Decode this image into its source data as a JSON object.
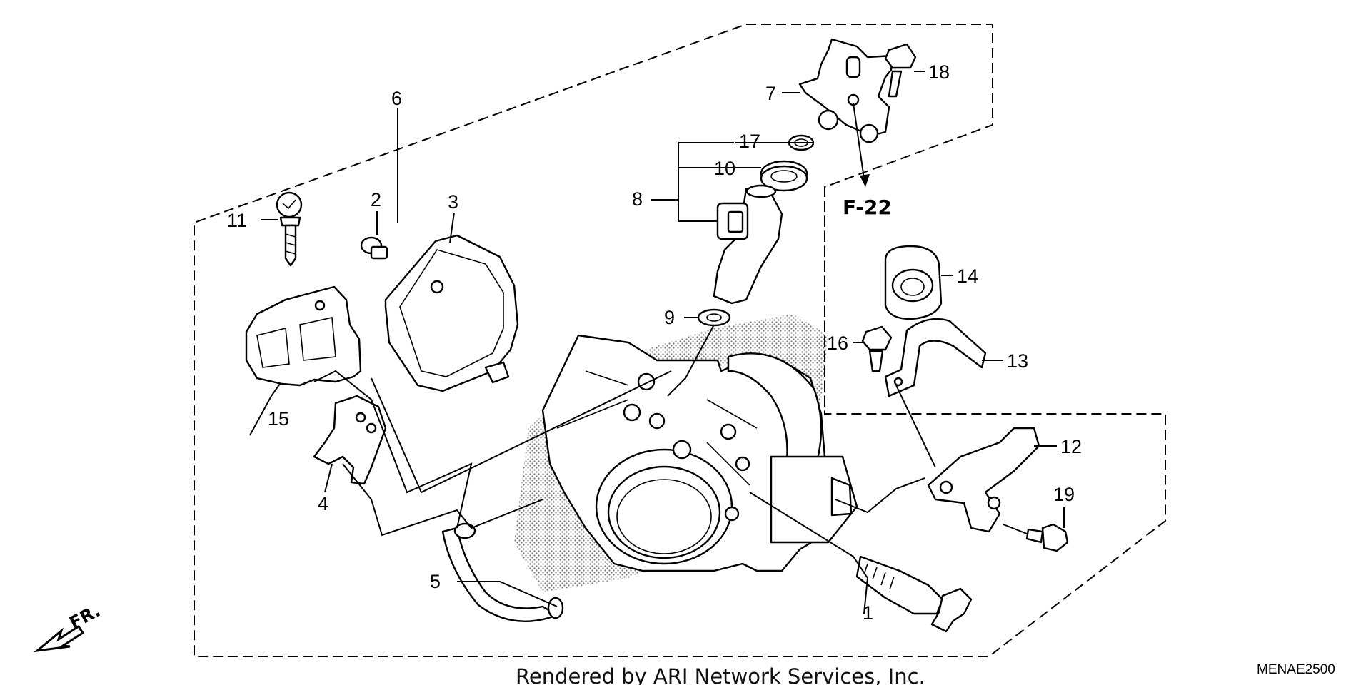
{
  "reference": "F-22",
  "credit": "Rendered by ARI Network Services, Inc.",
  "diagram_code": "MENAE2500",
  "direction": "FR.",
  "callouts": [
    {
      "id": "c1",
      "label": "1"
    },
    {
      "id": "c2",
      "label": "2"
    },
    {
      "id": "c3",
      "label": "3"
    },
    {
      "id": "c4",
      "label": "4"
    },
    {
      "id": "c5",
      "label": "5"
    },
    {
      "id": "c6",
      "label": "6"
    },
    {
      "id": "c7",
      "label": "7"
    },
    {
      "id": "c8",
      "label": "8"
    },
    {
      "id": "c9",
      "label": "9"
    },
    {
      "id": "c10",
      "label": "10"
    },
    {
      "id": "c11",
      "label": "11"
    },
    {
      "id": "c12",
      "label": "12"
    },
    {
      "id": "c13",
      "label": "13"
    },
    {
      "id": "c14",
      "label": "14"
    },
    {
      "id": "c15",
      "label": "15"
    },
    {
      "id": "c16",
      "label": "16"
    },
    {
      "id": "c17",
      "label": "17"
    },
    {
      "id": "c18",
      "label": "18"
    },
    {
      "id": "c19",
      "label": "19"
    }
  ]
}
